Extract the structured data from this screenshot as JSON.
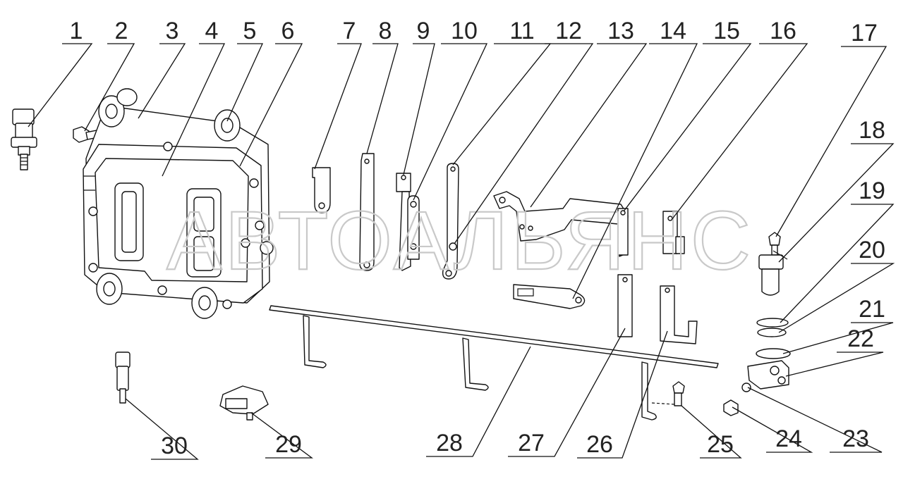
{
  "watermark": "АВТОАЛЬЯНС",
  "callouts": {
    "c1": "1",
    "c2": "2",
    "c3": "3",
    "c4": "4",
    "c5": "5",
    "c6": "6",
    "c7": "7",
    "c8": "8",
    "c9": "9",
    "c10": "10",
    "c11": "11",
    "c12": "12",
    "c13": "13",
    "c14": "14",
    "c15": "15",
    "c16": "16",
    "c17": "17",
    "c18": "18",
    "c19": "19",
    "c20": "20",
    "c21": "21",
    "c22": "22",
    "c23": "23",
    "c24": "24",
    "c25": "25",
    "c26": "26",
    "c27": "27",
    "c28": "28",
    "c29": "29",
    "c30": "30"
  },
  "colors": {
    "line": "#111111",
    "label": "#222222",
    "watermark": "#c9c9c9"
  }
}
